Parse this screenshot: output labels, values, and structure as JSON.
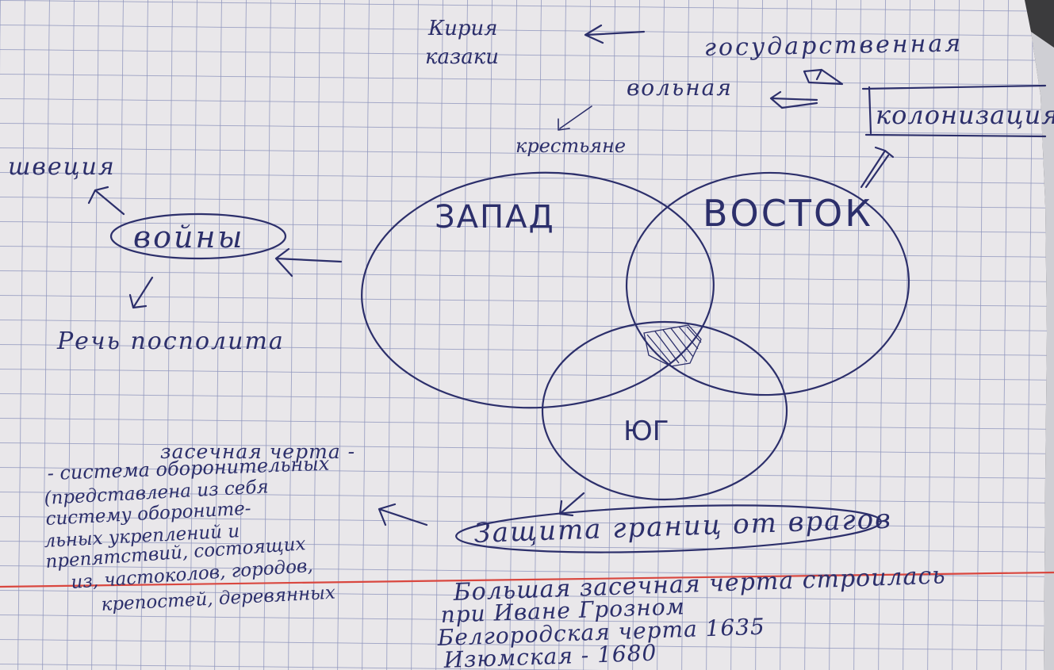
{
  "background_color": "#3b3b3d",
  "paper_color": "#e9e7ea",
  "grid_color": "#7e86b4",
  "margin_line_color": "#d9473f",
  "ink_color": "#2c2f6b",
  "notes": {
    "top_word_1": "Кирия",
    "top_word_2": "казаки",
    "state": "государственная",
    "free": "вольная",
    "colonization": "колонизация",
    "peasants": "крестьяне",
    "sweden": "швеция",
    "wars": "войны",
    "poland": "Речь посполита"
  },
  "venn": {
    "west": "ЗАПАД",
    "east": "ВОСТОК",
    "south": "ЮГ"
  },
  "zasechnaya": {
    "title": "засечная черта -",
    "lines": [
      "- система оборонительных",
      "(представлена из себя",
      "систему оборонитe-",
      "льных укреплений и",
      "препятствий, состоящих",
      "из, частоколов, городов,",
      "крепостей, деревянных"
    ]
  },
  "defense": "Защита границ от врагов",
  "bottom_notes": [
    "Большая засечная черта строилась",
    "при Иване Грозном",
    "Белгородская черта 1635",
    "Изюмская - 1680"
  ]
}
